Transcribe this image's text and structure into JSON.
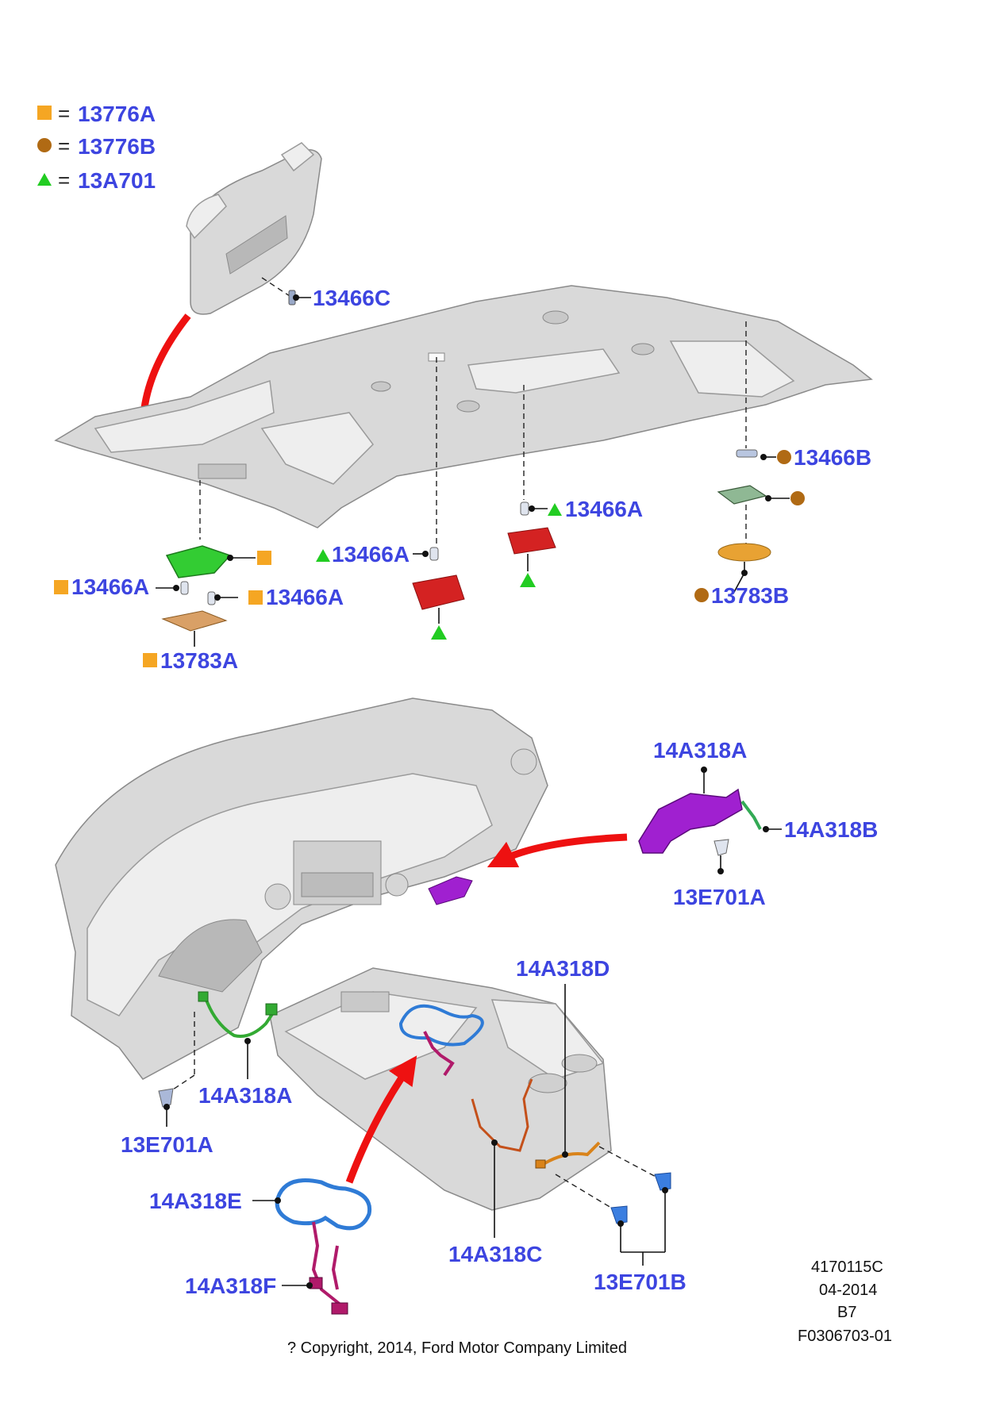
{
  "legend": [
    {
      "shape": "square",
      "color": "#f5a623",
      "eq": "=",
      "code": "13776A"
    },
    {
      "shape": "circle",
      "color": "#b06a14",
      "eq": "=",
      "code": "13776B"
    },
    {
      "shape": "triangle",
      "color": "#22cc22",
      "eq": "=",
      "code": "13A701"
    }
  ],
  "labels": {
    "visor_clip": "13466C",
    "rear_bulb": "13466B",
    "rear_lamp": "13783B",
    "mid_bulb_right": "13466A",
    "mid_bulb_left": "13466A",
    "front_bulb_left": "13466A",
    "front_bulb_right": "13466A",
    "front_lamp": "13783A",
    "dash_harness_top": "14A318A",
    "dash_harness_b": "14A318B",
    "dash_bulb_top": "13E701A",
    "console_harness_d": "14A318D",
    "dash_harness_low": "14A318A",
    "dash_bulb_low": "13E701A",
    "cupholder_ring": "14A318E",
    "cupholder_wire": "14A318F",
    "console_harness_c": "14A318C",
    "console_bulbs": "13E701B"
  },
  "footer": {
    "copyright": "? Copyright, 2014, Ford Motor Company Limited",
    "code1": "4170115C",
    "date": "04-2014",
    "rev": "B7",
    "ref": "F0306703-01"
  },
  "colors": {
    "label": "#3d45e0",
    "arrow": "#ee1111",
    "green_part": "#33cc33",
    "red_part": "#d42222",
    "purple_part": "#a020d0",
    "magenta_part": "#b01a6a",
    "blue_part": "#2f7bd6",
    "orange_part": "#d9831a"
  }
}
